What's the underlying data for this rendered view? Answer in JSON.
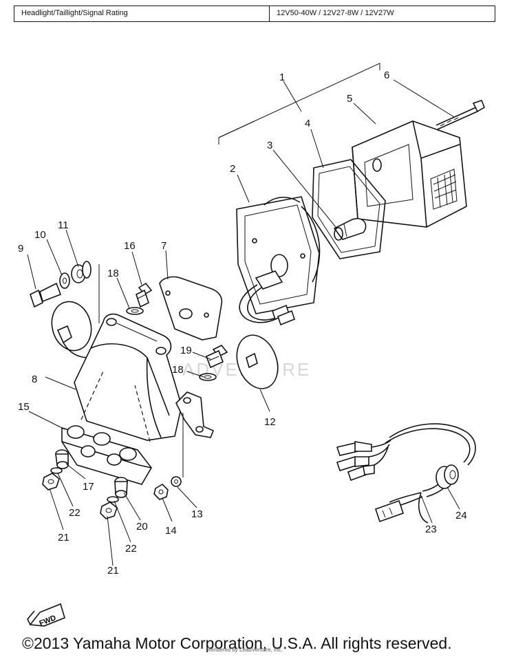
{
  "spec": {
    "label": "Headlight/Taillight/Signal Rating",
    "value": "12V50-40W / 12V27-8W / 12V27W"
  },
  "callouts": [
    "1",
    "2",
    "3",
    "4",
    "5",
    "6",
    "7",
    "8",
    "9",
    "10",
    "11",
    "12",
    "13",
    "14",
    "15",
    "16",
    "17",
    "18",
    "18",
    "19",
    "20",
    "21",
    "21",
    "22",
    "22",
    "23",
    "24"
  ],
  "fwd_label": "FWD",
  "watermark": "ADVENTURE",
  "copyright": "©2013 Yamaha Motor Corporation, U.S.A. All rights reserved.",
  "rendered_by": "Rendered by LeadVenture, Inc."
}
